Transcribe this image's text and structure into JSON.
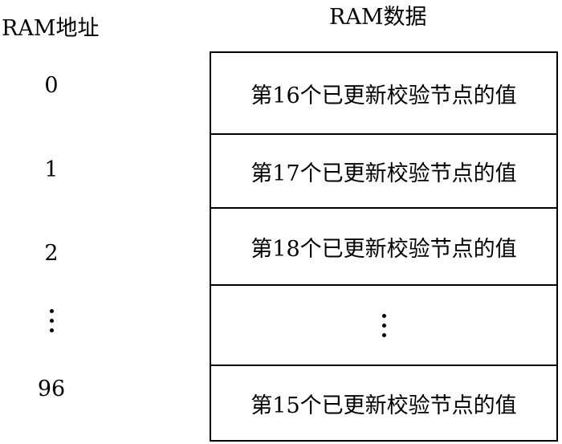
{
  "headers": {
    "address": "RAM地址",
    "data": "RAM数据"
  },
  "rows": [
    {
      "address": "0",
      "value": "第16个已更新校验节点的值"
    },
    {
      "address": "1",
      "value": "第17个已更新校验节点的值"
    },
    {
      "address": "2",
      "value": "第18个已更新校验节点的值"
    },
    {
      "address": "⋮",
      "value": "⋮"
    },
    {
      "address": "96",
      "value": "第15个已更新校验节点的值"
    }
  ]
}
